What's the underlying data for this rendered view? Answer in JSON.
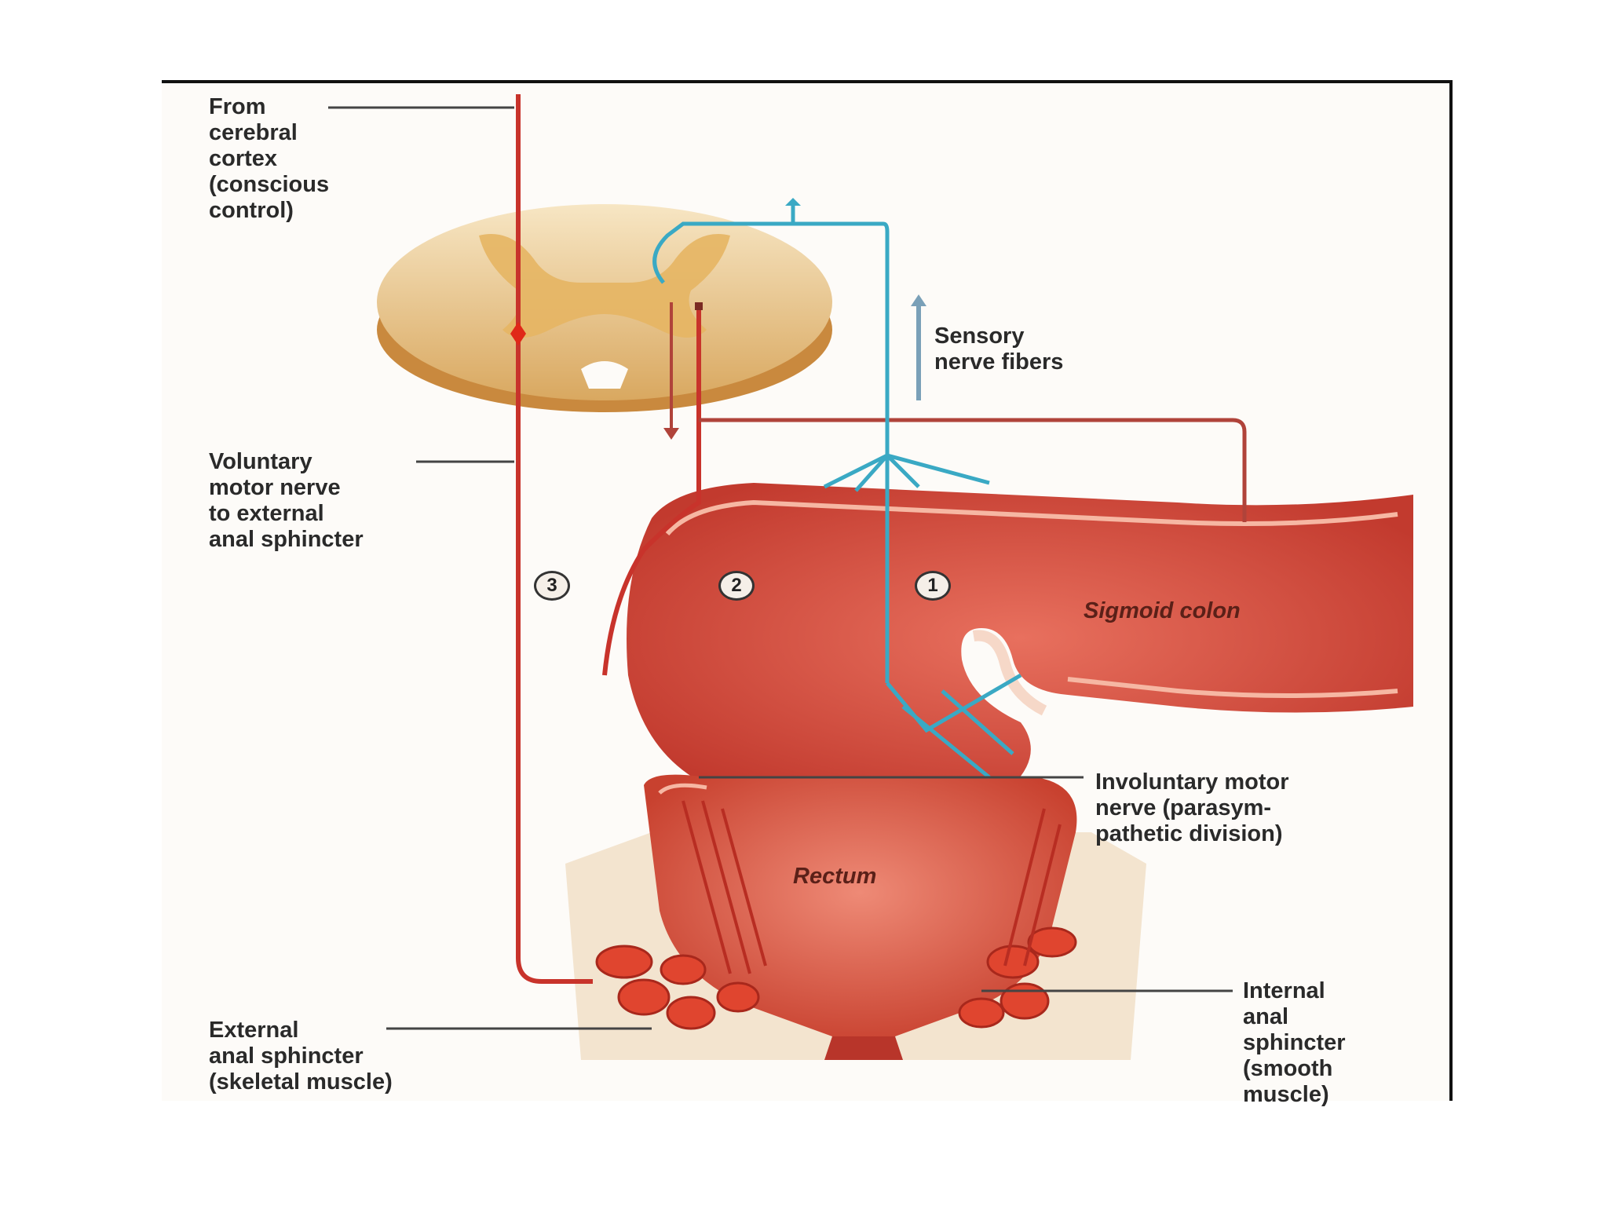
{
  "labels": {
    "cortex": "From\ncerebral\ncortex\n(conscious\ncontrol)",
    "sensory": "Sensory\nnerve fibers",
    "voluntary": "Voluntary\nmotor nerve\nto external\nanal sphincter",
    "sigmoid": "Sigmoid colon",
    "involuntary": "Involuntary motor\nnerve (parasym-\npathetic division)",
    "rectum": "Rectum",
    "external": "External\nanal sphincter\n(skeletal muscle)",
    "internal": "Internal\nanal\nsphincter\n(smooth\nmuscle)"
  },
  "steps": [
    "3",
    "2",
    "1"
  ],
  "colors": {
    "motor_nerve": "#c8332b",
    "sensory_nerve": "#3aa9c4",
    "tissue": "#d9483a",
    "spinal_cord": "#e9c58a"
  }
}
